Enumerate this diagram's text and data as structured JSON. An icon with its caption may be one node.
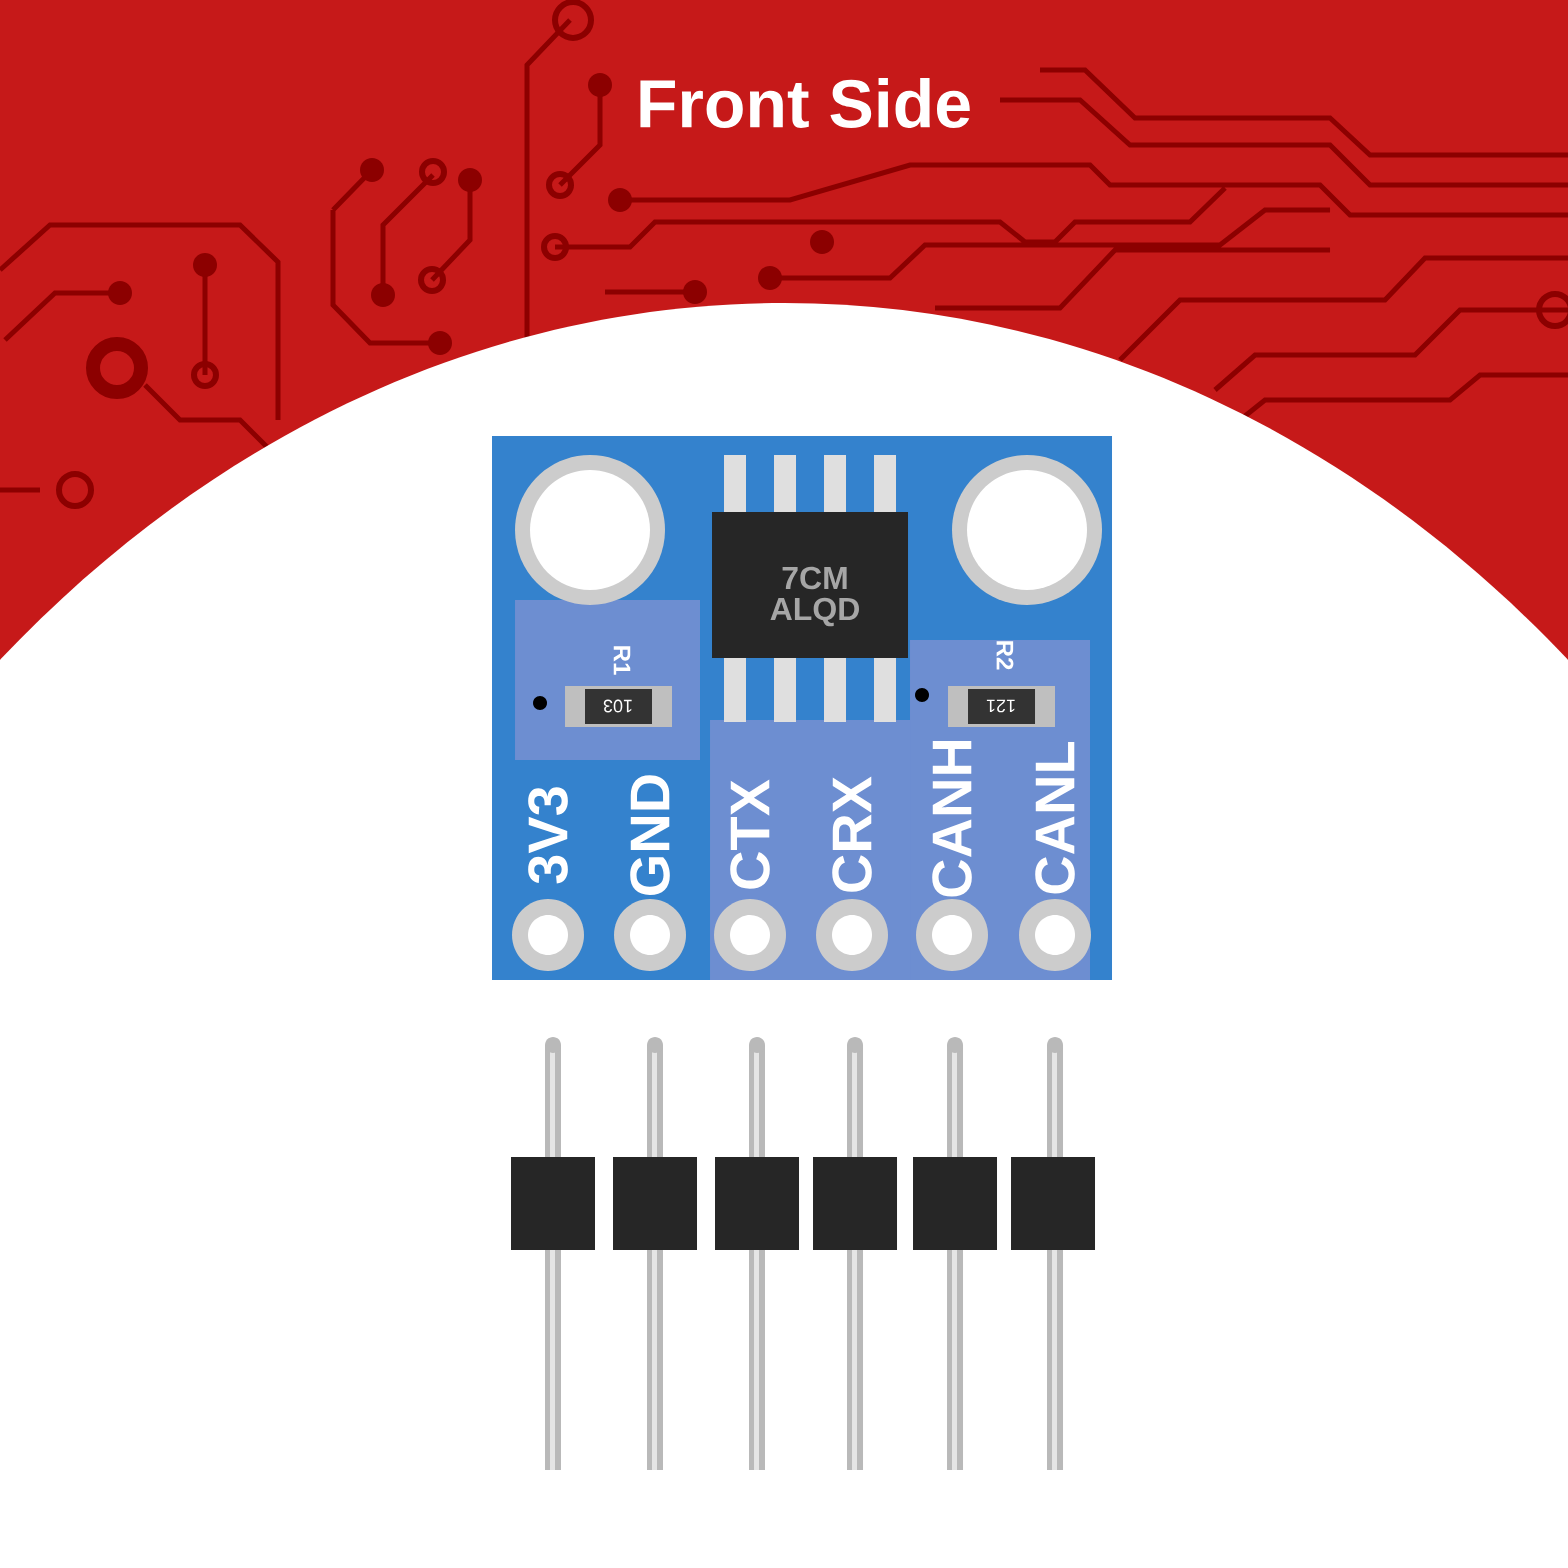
{
  "diagram": {
    "title": "Front Side",
    "labels": [
      "7CM",
      "ALQD",
      "R1",
      "103",
      "R2",
      "121",
      "3V3",
      "GND",
      "CTX",
      "CRX",
      "CANH",
      "CANL"
    ]
  }
}
